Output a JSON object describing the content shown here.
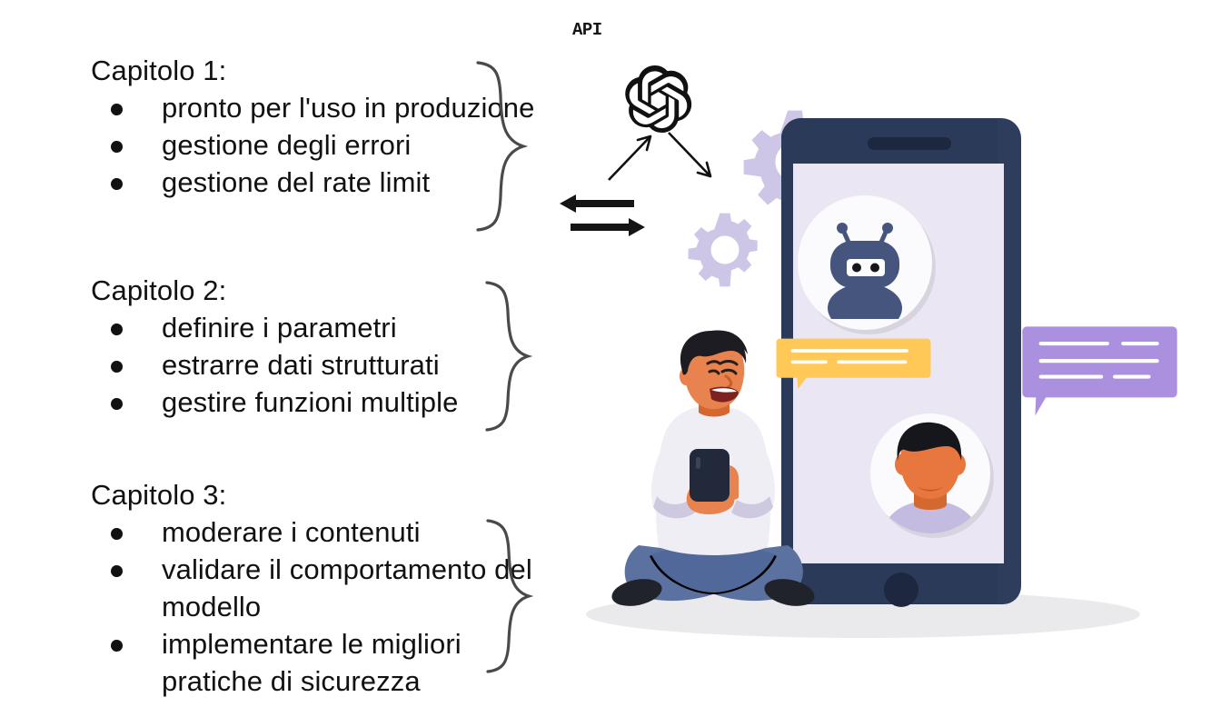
{
  "background_color": "#ffffff",
  "outline": {
    "chapters": [
      {
        "title": "Capitolo 1:",
        "bullets": [
          "pronto per l'uso in produzione",
          "gestione degli errori",
          "gestione del rate limit"
        ]
      },
      {
        "title": "Capitolo 2:",
        "bullets": [
          "definire i parametri",
          "estrarre dati strutturati",
          "gestire funzioni multiple"
        ]
      },
      {
        "title": "Capitolo 3:",
        "bullets": [
          "moderare i contenuti",
          "validare il comportamento del modello",
          "implementare le migliori pratiche di sicurezza"
        ]
      }
    ],
    "brace_count": 3,
    "text_color": "#111111",
    "brace_color": "#4a4a4a"
  },
  "illustration": {
    "openai_logo": "openai-logo-icon",
    "api_label": "API",
    "arrows": [
      "arrow-up-left-icon",
      "arrow-down-right-icon"
    ],
    "gears": [
      {
        "name": "gear-large-icon",
        "teeth": 8,
        "color": "#cdc6e6"
      },
      {
        "name": "gear-small-icon",
        "teeth": 8,
        "color": "#cdc6e6"
      }
    ],
    "phone": {
      "body_color": "#2e3d5c",
      "screen_color": "#eae6f4",
      "speaker": "phone-speaker",
      "home_button": "phone-home-button"
    },
    "avatars": [
      {
        "name": "robot-avatar",
        "color": "#46557e"
      },
      {
        "name": "user-avatar",
        "skin": "#e8763f"
      }
    ],
    "bubbles": [
      {
        "name": "chat-bubble-yellow",
        "color": "#ffc857",
        "lines": 3
      },
      {
        "name": "chat-bubble-purple",
        "color": "#ab90e0",
        "lines": 5
      }
    ],
    "person": {
      "name": "seated-person",
      "shirt_color": "#f0eef5",
      "pants_color": "#5b72a0",
      "hair_color": "#1c1c22",
      "skin_color": "#e8834f",
      "holding": "smartphone"
    },
    "ground_shadow_color": "#eaeaec"
  }
}
